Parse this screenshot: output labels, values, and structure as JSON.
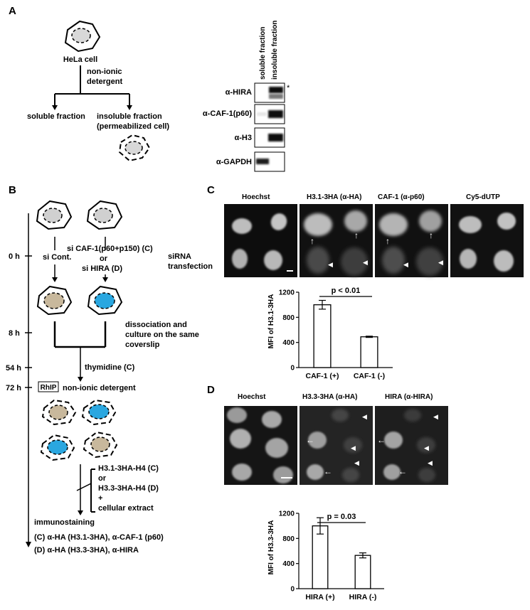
{
  "panelA": {
    "letter": "A",
    "cell_label": "HeLa cell",
    "detergent_line1": "non-ionic",
    "detergent_line2": "detergent",
    "soluble": "soluble fraction",
    "insoluble_line1": "insoluble fraction",
    "insoluble_line2": "(permeabilized cell)",
    "blot_cols": [
      "soluble fraction",
      "insoluble fraction"
    ],
    "blot_rows": [
      "α-HIRA",
      "α-CAF-1(p60)",
      "α-H3",
      "α-GAPDH"
    ],
    "asterisk": "*"
  },
  "panelB": {
    "letter": "B",
    "times": [
      "0 h",
      "8 h",
      "54 h",
      "72 h"
    ],
    "si_cont": "si Cont.",
    "si_caf_line1": "si CAF-1(p60+p150) (C)",
    "si_or": "or",
    "si_hira": "si HIRA (D)",
    "sirna_line1": "siRNA",
    "sirna_line2": "transfection",
    "dissoc_line1": "dissociation and",
    "dissoc_line2": "culture on the same",
    "dissoc_line3": "coverslip",
    "thymidine": "thymidine (C)",
    "rhip": "RhIP",
    "nonionic": "non-ionic detergent",
    "h31": "H3.1-3HA-H4 (C)",
    "or2": "or",
    "h33": "H3.3-3HA-H4 (D)",
    "plus": "+",
    "extract": "cellular extract",
    "immuno": "immunostaining",
    "line_c": "(C) α-HA (H3.1-3HA), α-CAF-1 (p60)",
    "line_d": "(D) α-HA (H3.3-3HA), α-HIRA"
  },
  "panelC": {
    "letter": "C",
    "image_titles": [
      "Hoechst",
      "H3.1-3HA (α-HA)",
      "CAF-1 (α-p60)",
      "Cy5-dUTP"
    ],
    "pvalue": "p < 0.01"
  },
  "panelD": {
    "letter": "D",
    "image_titles": [
      "Hoechst",
      "H3.3-3HA (α-HA)",
      "HIRA (α-HIRA)"
    ],
    "pvalue": "p = 0.03"
  },
  "chart_data": [
    {
      "type": "bar",
      "categories": [
        "CAF-1 (+)",
        "CAF-1 (-)"
      ],
      "values": [
        1000,
        490
      ],
      "errors": [
        70,
        10
      ],
      "ylabel": "MFI of H3.1-3HA",
      "ylim": [
        0,
        1200
      ],
      "yticks": [
        0,
        400,
        800,
        1200
      ]
    },
    {
      "type": "bar",
      "categories": [
        "HIRA (+)",
        "HIRA (-)"
      ],
      "values": [
        1000,
        530
      ],
      "errors": [
        130,
        40
      ],
      "ylabel": "MFI of H3.3-3HA",
      "ylim": [
        0,
        1200
      ],
      "yticks": [
        0,
        400,
        800,
        1200
      ]
    }
  ]
}
